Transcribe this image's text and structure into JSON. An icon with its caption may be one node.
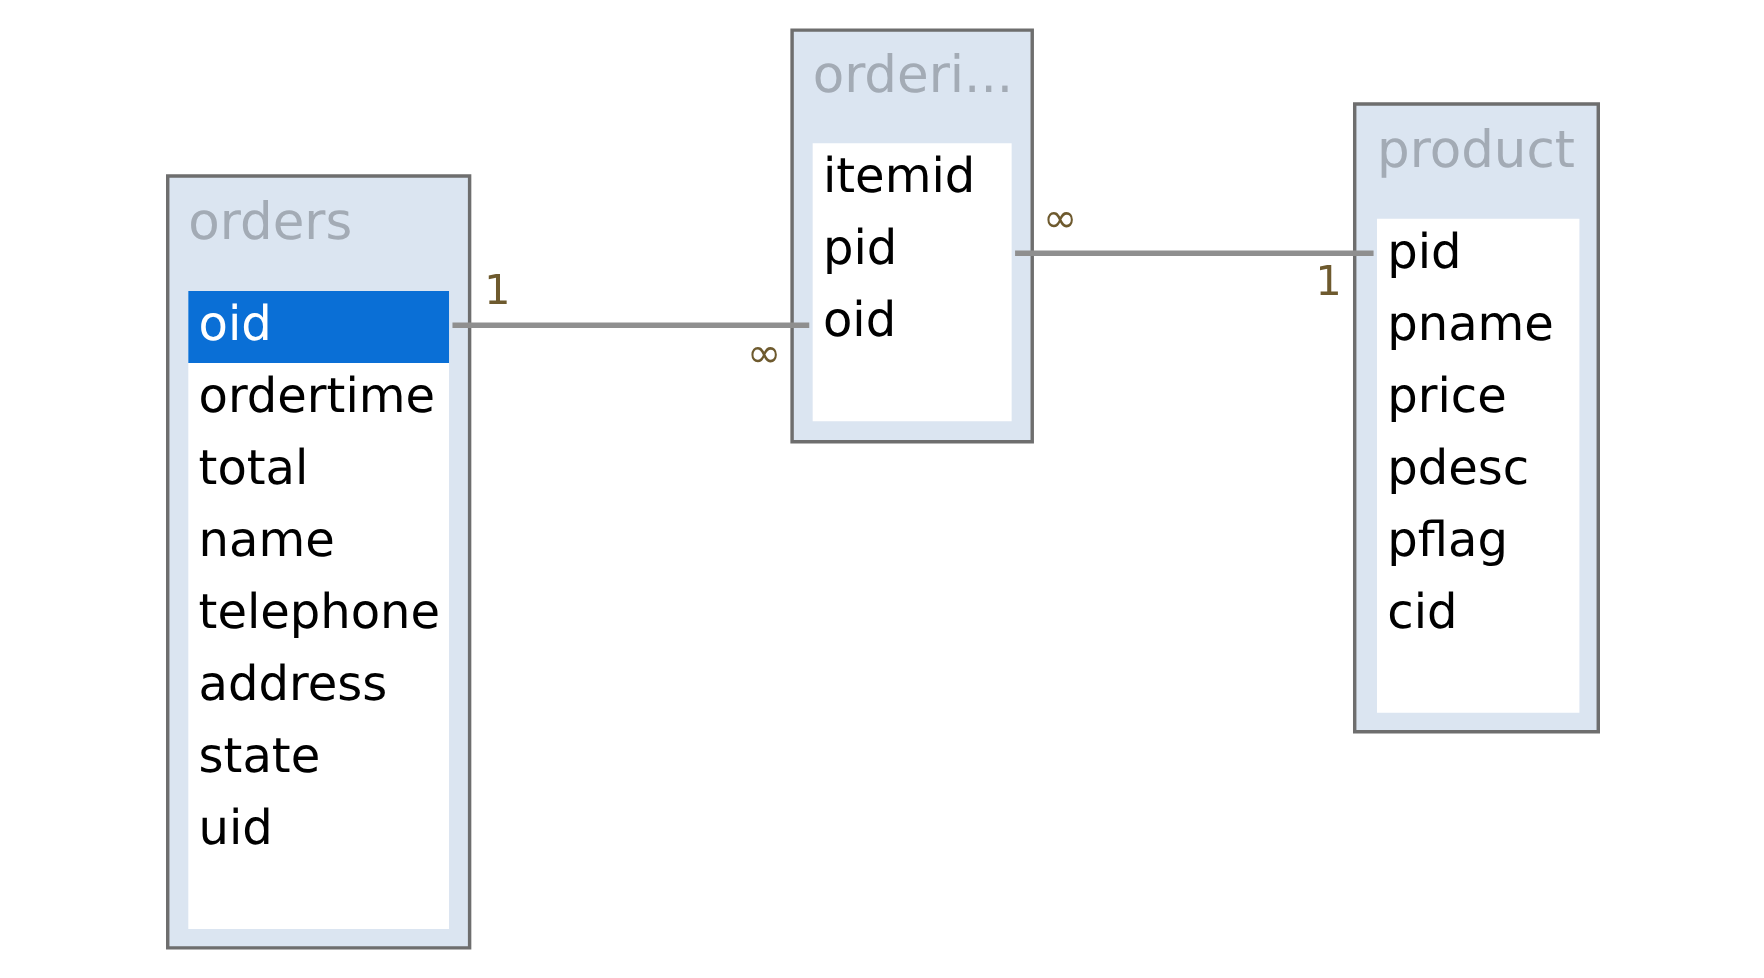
{
  "diagram": {
    "nodes": [
      {
        "text": [
          "orders",
          "oid",
          "ordertime",
          "total",
          "name",
          "telephone",
          "address",
          "state",
          "uid"
        ]
      },
      {
        "text": [
          "orderi...",
          "itemid",
          "pid",
          "oid"
        ]
      },
      {
        "text": [
          "product",
          "pid",
          "pname",
          "price",
          "pdesc",
          "pflag",
          "cid"
        ]
      }
    ],
    "edges": [
      {
        "from": 0,
        "to": 1,
        "arrow": "none"
      },
      {
        "from": 1,
        "to": 2,
        "arrow": "none"
      }
    ],
    "labels": [
      "1",
      "1",
      "∞",
      "∞"
    ]
  }
}
